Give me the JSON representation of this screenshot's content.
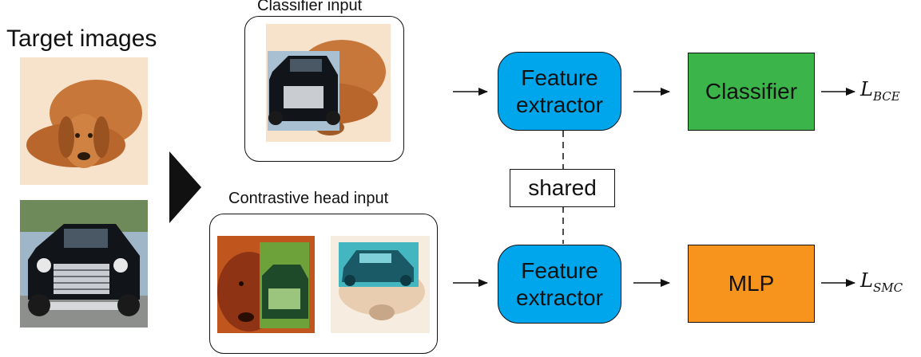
{
  "titles": {
    "target_images": "Target images",
    "classifier_input": "Classifier input",
    "contrastive_head_input": "Contrastive head input"
  },
  "nodes": {
    "feature_extractor_top": [
      "Feature",
      "extractor"
    ],
    "feature_extractor_bottom": [
      "Feature",
      "extractor"
    ],
    "classifier": "Classifier",
    "mlp": "MLP",
    "shared": "shared"
  },
  "losses": {
    "top": {
      "symbol": "L",
      "subscript": "BCE"
    },
    "bottom": {
      "symbol": "L",
      "subscript": "SMC"
    }
  },
  "colors": {
    "feature_extractor": "#00a6ec",
    "classifier": "#3bb54a",
    "mlp": "#f7941d",
    "dog_background": "#f7e3cc",
    "dog_fur": "#c7773a"
  },
  "images": {
    "target": [
      "dog-photo",
      "truck-photo"
    ],
    "classifier_input": "truck-pasted-on-dog",
    "contrastive_inputs": [
      "color-jittered-mix",
      "color-jittered-mix"
    ]
  }
}
